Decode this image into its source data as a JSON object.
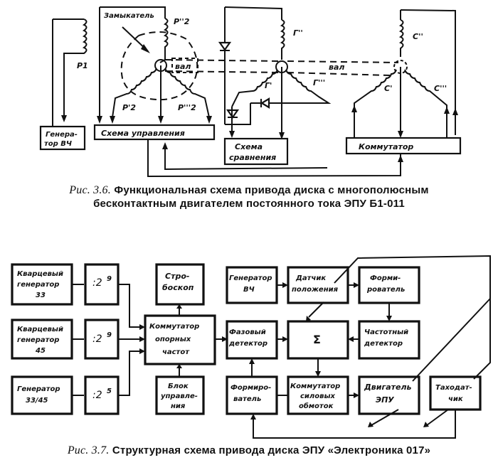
{
  "figure_1": {
    "caption_prefix": "Рис. 3.6.",
    "caption_line1": "Функциональная схема привода диска с многополюсным",
    "caption_line2": "бесконтактным двигателем постоянного тока ЭПУ Б1-011",
    "labels": {
      "zamykatel": "Замыкатель",
      "p1": "P1",
      "p2_double": "P''2",
      "p2_single": "P'2",
      "p2_triple": "P'''2",
      "val_1": "вал",
      "val_2": "вал",
      "g_double": "Г''",
      "g_single": "Г'",
      "g_triple": "Г'''",
      "c_double": "C''",
      "c_single": "C'",
      "c_triple": "C'''"
    },
    "blocks": {
      "hf_generator_line1": "Генера-",
      "hf_generator_line2": "тор ВЧ",
      "control_circuit": "Схема управления",
      "comparison_line1": "Схема",
      "comparison_line2": "сравнения",
      "commutator": "Коммутатор"
    }
  },
  "figure_2": {
    "caption_prefix": "Рис. 3.7.",
    "caption_text": "Структурная схема привода диска ЭПУ «Электроника 017»",
    "blocks": {
      "quartz33": [
        "Кварцевый",
        "генератор",
        "33"
      ],
      "quartz45": [
        "Кварцевый",
        "генератор",
        "45"
      ],
      "gen3345": [
        "Генератор",
        "33/45"
      ],
      "div1": ":2",
      "div1_exp": "9",
      "div2": ":2",
      "div2_exp": "9",
      "div3": ":2",
      "div3_exp": "5",
      "stroboscope": [
        "Стро-",
        "боскоп"
      ],
      "ref_commutator": [
        "Коммутатор",
        "опорных",
        "частот"
      ],
      "control_block": [
        "Блок",
        "управле-",
        "ния"
      ],
      "hf_gen": [
        "Генератор",
        "ВЧ"
      ],
      "position_sensor": [
        "Датчик",
        "положения"
      ],
      "shaper_top": [
        "Форми-",
        "рователь"
      ],
      "phase_detector": [
        "Фазовый",
        "детектор"
      ],
      "sum": "Σ",
      "freq_detector": [
        "Частотный",
        "детектор"
      ],
      "shaper_bottom": [
        "Формиро-",
        "ватель"
      ],
      "power_commutator": [
        "Коммутатор",
        "силовых",
        "обмоток"
      ],
      "motor": [
        "Двигатель",
        "ЭПУ"
      ],
      "tachogenerator": [
        "Таходат-",
        "чик"
      ]
    }
  }
}
